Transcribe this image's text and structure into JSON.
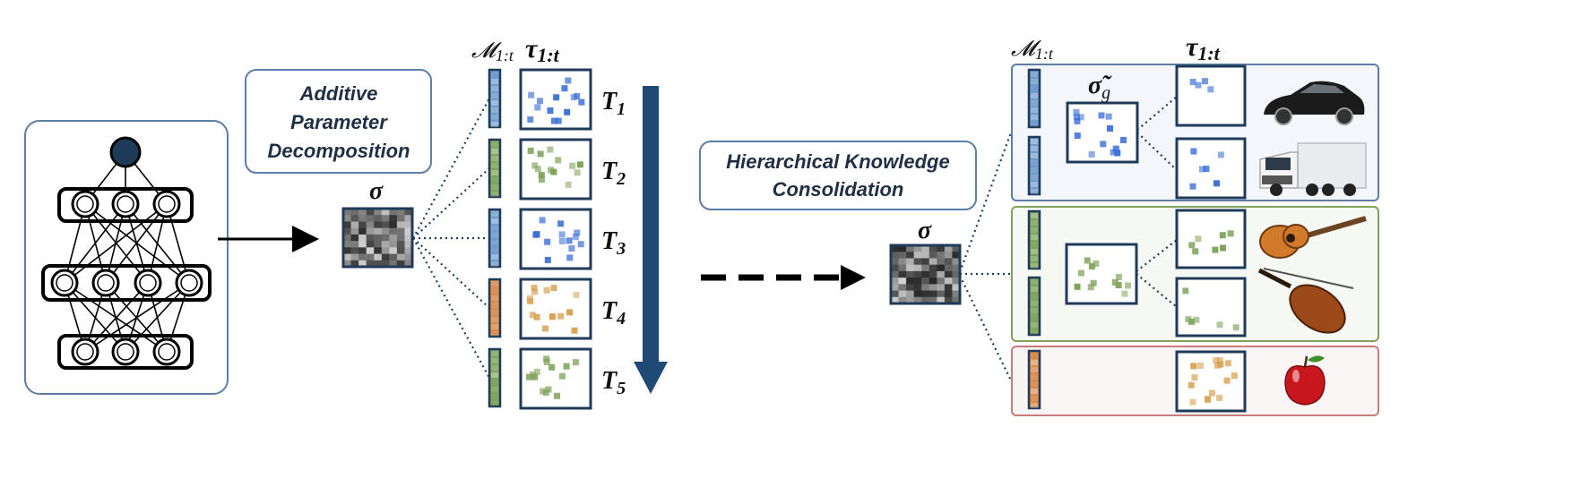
{
  "left": {
    "apd_label": [
      "Additive",
      "Parameter",
      "Decomposition"
    ],
    "sigma": "σ",
    "mask_header": "𝓜",
    "mask_sub": "1:t",
    "tau_header": "τ",
    "tau_sub": "1:t",
    "tasks": [
      {
        "label": "T",
        "sub": "1",
        "color": "#3a6fd6"
      },
      {
        "label": "T",
        "sub": "2",
        "color": "#7fa35a"
      },
      {
        "label": "T",
        "sub": "3",
        "color": "#3a6fd6"
      },
      {
        "label": "T",
        "sub": "4",
        "color": "#d8a04e"
      },
      {
        "label": "T",
        "sub": "5",
        "color": "#7fa35a"
      }
    ]
  },
  "right": {
    "hkc_label": [
      "Hierarchical Knowledge",
      "Consolidation"
    ],
    "sigma": "σ",
    "sigma_g": "σ̃",
    "sigma_g_sub": "g",
    "mask_header": "𝓜",
    "mask_sub": "1:t",
    "tau_header": "τ",
    "tau_sub": "1:t",
    "groups": [
      {
        "name": "vehicles",
        "border": "#5b7fa6",
        "fill": "#f3f6fa",
        "objects": [
          "car-icon",
          "truck-icon"
        ]
      },
      {
        "name": "instruments",
        "border": "#7fa35a",
        "fill": "#f6f9f3",
        "objects": [
          "guitar-icon",
          "cello-icon"
        ]
      },
      {
        "name": "fruit",
        "border": "#c97b7b",
        "fill": "#faf5f5",
        "objects": [
          "apple-icon"
        ]
      }
    ]
  },
  "colors": {
    "dark_navy": "#1f3b5a",
    "arrow_blue": "#1f4a75",
    "mask_blue": "#6f9acb",
    "mask_green": "#7fa35a",
    "mask_orange": "#d88a4a"
  }
}
